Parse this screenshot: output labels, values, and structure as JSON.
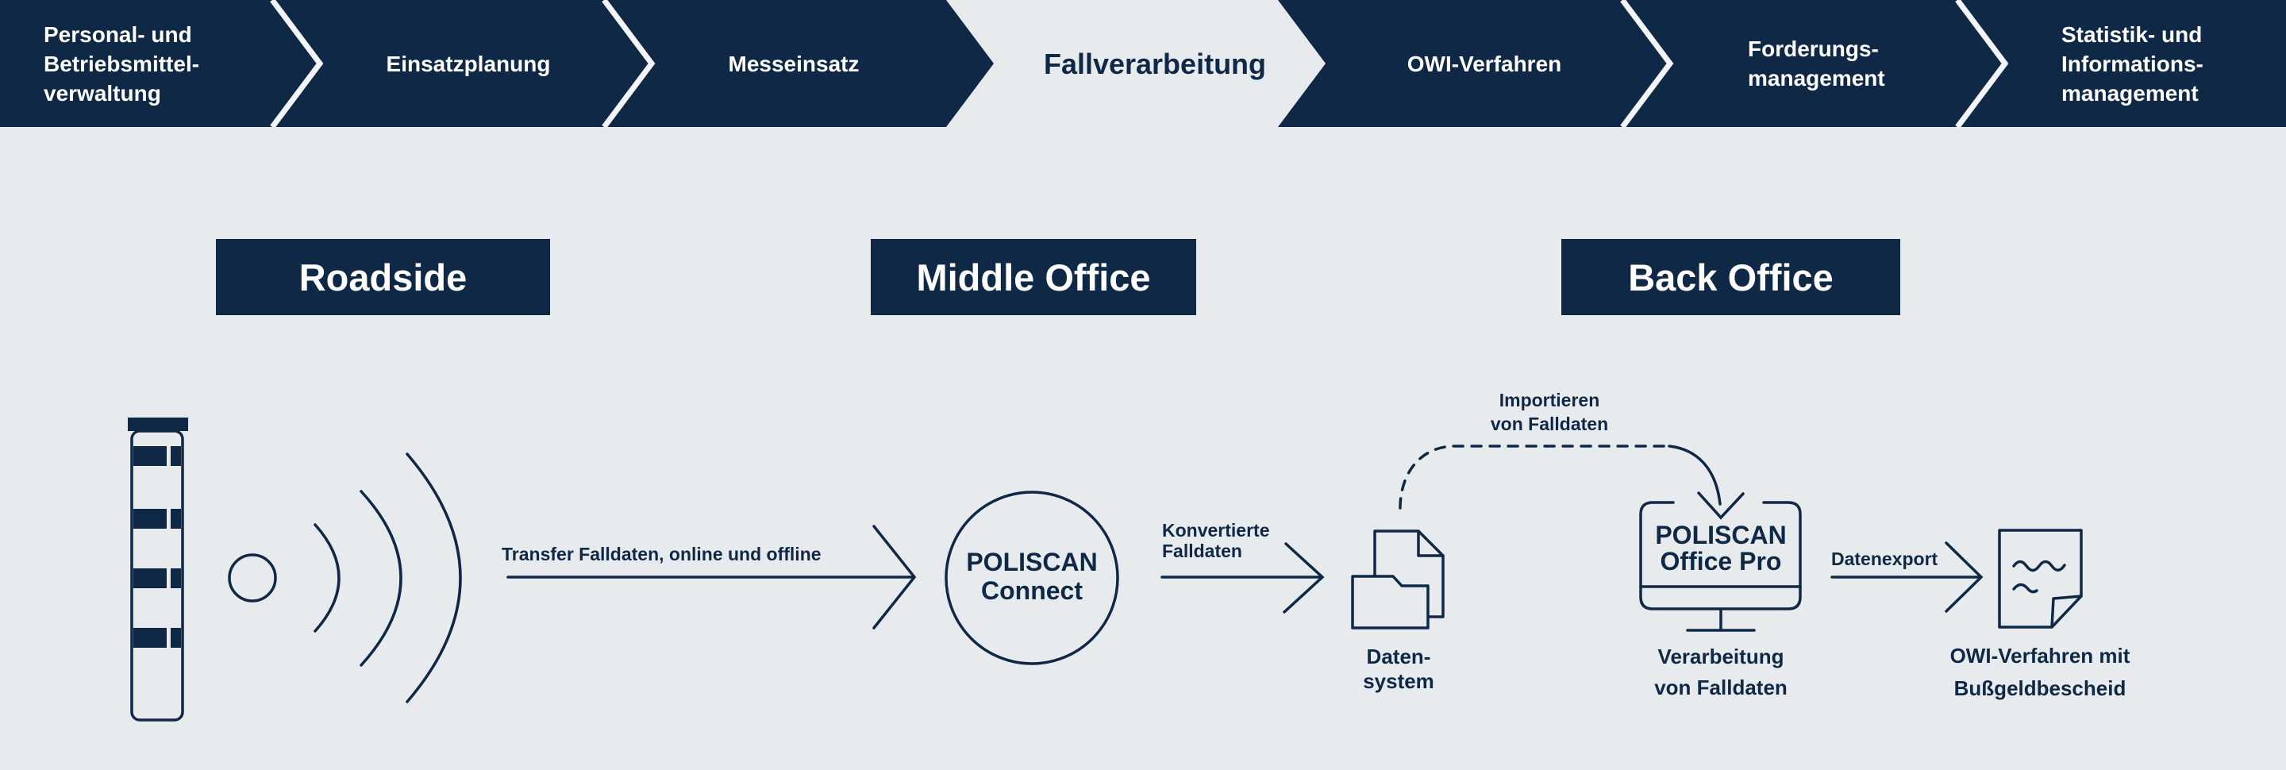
{
  "colors": {
    "navy": "#0F2845",
    "background": "#E8EBEE",
    "separator": "#F2F4F6",
    "text_on_navy": "#FFFFFF"
  },
  "process_bar": {
    "segments": [
      {
        "lines": [
          "Personal- und",
          "Betriebsmittel-",
          "verwaltung"
        ],
        "active": false
      },
      {
        "lines": [
          "Einsatzplanung"
        ],
        "active": false
      },
      {
        "lines": [
          "Messeinsatz"
        ],
        "active": false
      },
      {
        "lines": [
          "Fallverarbeitung"
        ],
        "active": true
      },
      {
        "lines": [
          "OWI-Verfahren"
        ],
        "active": false
      },
      {
        "lines": [
          "Forderungs-",
          "management"
        ],
        "active": false
      },
      {
        "lines": [
          "Statistik- und",
          "Informations-",
          "management"
        ],
        "active": false
      }
    ]
  },
  "sections": [
    {
      "label": "Roadside"
    },
    {
      "label": "Middle Office"
    },
    {
      "label": "Back Office"
    }
  ],
  "diagram": {
    "transfer_arrow_label": "Transfer Falldaten, online und offline",
    "connect_circle_lines": [
      "POLISCAN",
      "Connect"
    ],
    "converted_label_lines": [
      "Konvertierte",
      "Falldaten"
    ],
    "data_system_caption_lines": [
      "Daten-",
      "system"
    ],
    "import_label_lines": [
      "Importieren",
      "von Falldaten"
    ],
    "office_pro_lines": [
      "POLISCAN",
      "Office Pro"
    ],
    "processing_caption_lines": [
      "Verarbeitung",
      "von Falldaten"
    ],
    "export_arrow_label": "Datenexport",
    "owi_caption_lines": [
      "OWI-Verfahren mit",
      "Bußgeldbescheid"
    ]
  },
  "icons": {
    "pillar": "speed-camera-pillar-icon",
    "waves": "radar-waves-icon",
    "connect": "connect-circle-icon",
    "data_system": "document-folder-icon",
    "monitor": "desktop-monitor-icon",
    "owi_document": "notice-document-icon"
  }
}
